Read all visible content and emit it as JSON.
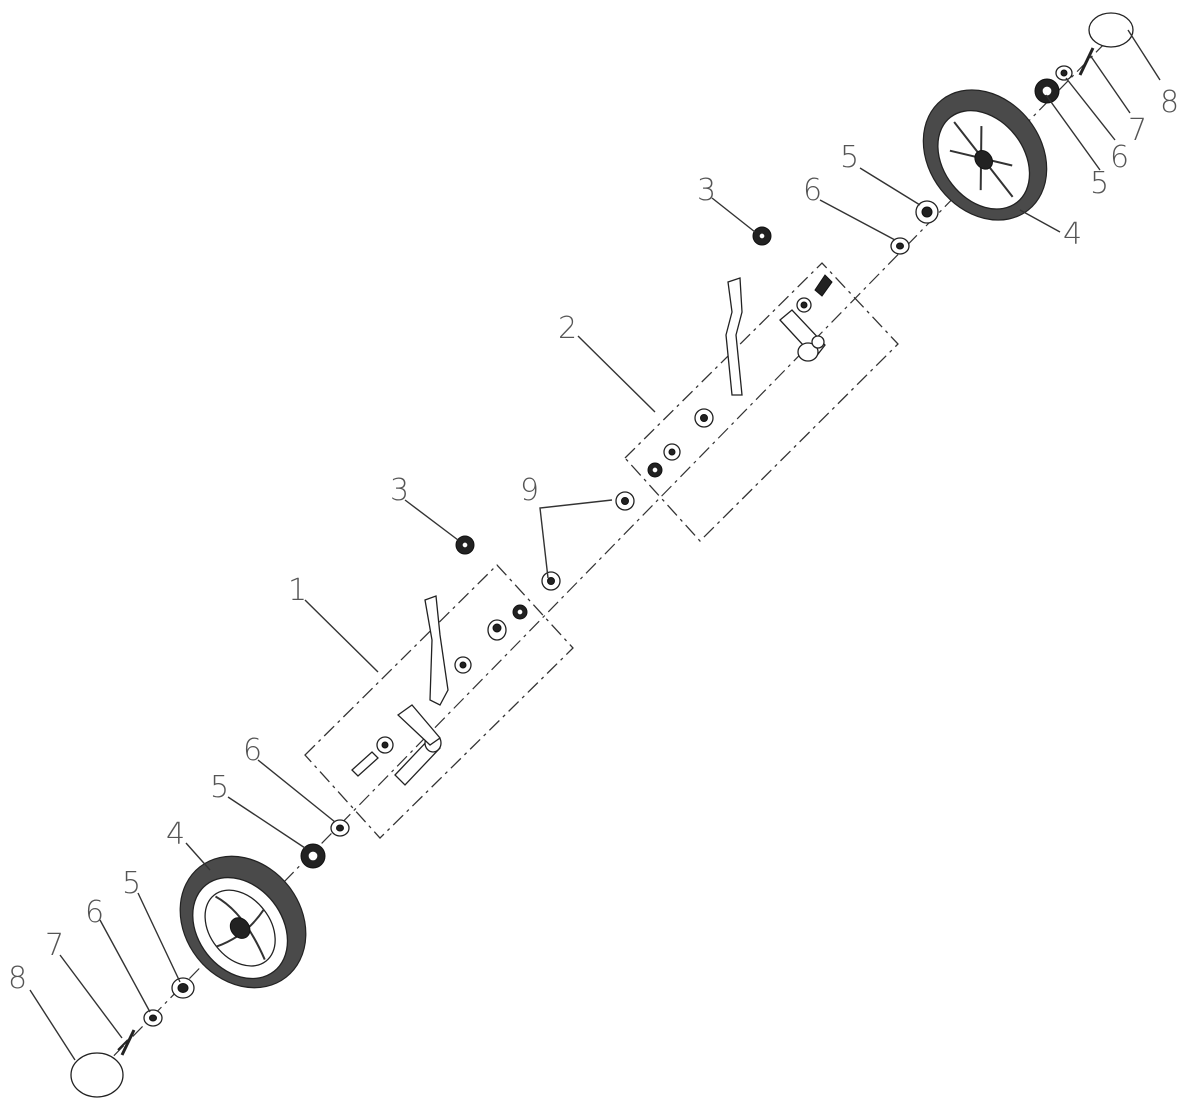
{
  "callouts": [
    {
      "label": "1",
      "part": "height-adjuster-assembly-front"
    },
    {
      "label": "2",
      "part": "height-adjuster-assembly-rear"
    },
    {
      "label": "3",
      "part": "lever-knob"
    },
    {
      "label": "3",
      "part": "lever-knob"
    },
    {
      "label": "4",
      "part": "wheel"
    },
    {
      "label": "4",
      "part": "wheel"
    },
    {
      "label": "5",
      "part": "bearing"
    },
    {
      "label": "5",
      "part": "bearing"
    },
    {
      "label": "5",
      "part": "bearing"
    },
    {
      "label": "5",
      "part": "bearing"
    },
    {
      "label": "6",
      "part": "washer"
    },
    {
      "label": "6",
      "part": "washer"
    },
    {
      "label": "6",
      "part": "washer"
    },
    {
      "label": "6",
      "part": "washer"
    },
    {
      "label": "7",
      "part": "split-pin"
    },
    {
      "label": "7",
      "part": "split-pin"
    },
    {
      "label": "8",
      "part": "hub-cap-ring"
    },
    {
      "label": "8",
      "part": "hub-cap-ring"
    },
    {
      "label": "9",
      "part": "spacer-washer"
    }
  ]
}
